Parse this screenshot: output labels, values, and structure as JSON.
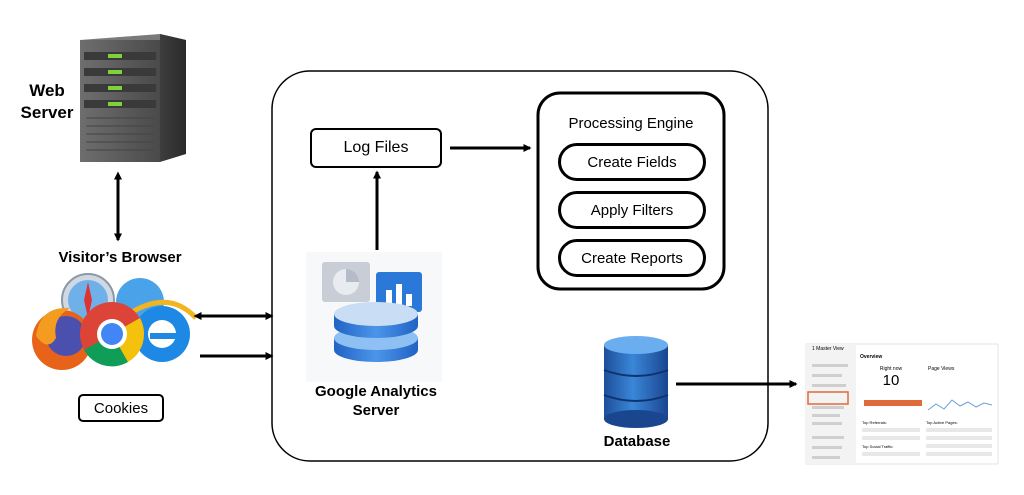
{
  "labels": {
    "web_server": "Web\nServer",
    "visitors_browser": "Visitor’s Browser",
    "cookies": "Cookies",
    "log_files": "Log Files",
    "processing_engine": "Processing Engine",
    "create_fields": "Create Fields",
    "apply_filters": "Apply Filters",
    "create_reports": "Create Reports",
    "ga_server": "Google Analytics\nServer",
    "database": "Database"
  },
  "report_thumbnail": {
    "view_name": "1 Master View",
    "section_title": "Overview",
    "right_now_label": "Right now",
    "active_users": "10",
    "page_views_label": "Page Views",
    "top_referrals_label": "Top Referrals:",
    "top_active_pages_label": "Top Active Pages:",
    "top_social_label": "Top Social Traffic:"
  },
  "colors": {
    "server_body": "#5a5a5a",
    "server_led": "#7dd13b",
    "db_blue": "#2f6fc0",
    "ga_blue": "#2a78d8",
    "ga_gray": "#c8cdd6"
  }
}
